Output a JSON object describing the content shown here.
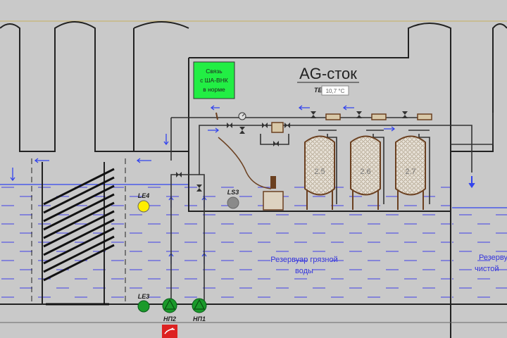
{
  "status_box": {
    "line1": "Связь",
    "line2": "с ША-ВНК",
    "line3": "в норме",
    "color": "#22ee44"
  },
  "title": "AG-сток",
  "temperature": {
    "label": "TE",
    "value": "10,7 °C"
  },
  "tanks": [
    {
      "label": "2.5"
    },
    {
      "label": "2.6"
    },
    {
      "label": "2.7"
    }
  ],
  "sensors": {
    "le4": {
      "label": "LE4",
      "color": "#ffee00"
    },
    "le3": {
      "label": "LE3",
      "color": "#1a9a2a"
    },
    "ls3": {
      "label": "LS3",
      "color": "#8a8a8a"
    }
  },
  "pumps": [
    {
      "label": "НП2",
      "color": "#1a9a2a"
    },
    {
      "label": "НП1",
      "color": "#1a9a2a"
    }
  ],
  "reservoirs": {
    "dirty": {
      "line1": "Резервуар грязной",
      "line2": "воды"
    },
    "clean": {
      "line1": "Резервуар",
      "line2": "чистой"
    }
  },
  "colors": {
    "water_line": "#3344ee",
    "tank": "#8b5a2b",
    "background": "#c9c9c9",
    "alarm": "#dd2222"
  }
}
